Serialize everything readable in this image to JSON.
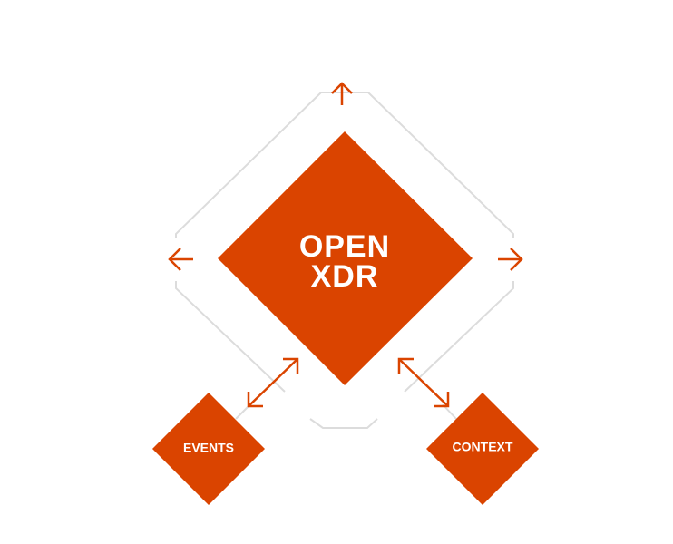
{
  "diagram": {
    "main_node": {
      "line1": "OPEN",
      "line2": "XDR"
    },
    "left_node": {
      "label": "EVENTS"
    },
    "right_node": {
      "label": "CONTEXT"
    }
  },
  "colors": {
    "accent": "#DA4400",
    "frame": "#DCDCDC",
    "label": "#FFFFFF",
    "background": "#FFFFFF"
  },
  "icons": {
    "arrows": [
      "arrow-up-icon",
      "arrow-left-icon",
      "arrow-right-icon",
      "arrow-diagonal-bidirectional-icon"
    ]
  }
}
